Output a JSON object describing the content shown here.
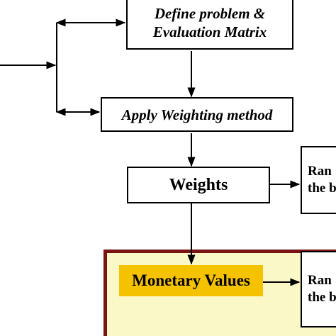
{
  "diagram": {
    "nodes": {
      "define_problem": [
        "Define problem &",
        "Evaluation Matrix"
      ],
      "apply_weighting": "Apply Weighting method",
      "weights": "Weights",
      "monetary_values": "Monetary Values",
      "rank_weights": [
        "Ran",
        "the b"
      ],
      "rank_monetary": [
        "Ran",
        "the b"
      ]
    },
    "colors": {
      "highlight_box": "#f5c200",
      "frame_border": "#7a1414",
      "frame_fill": "#fbf8c8",
      "lines": "#000000"
    }
  }
}
